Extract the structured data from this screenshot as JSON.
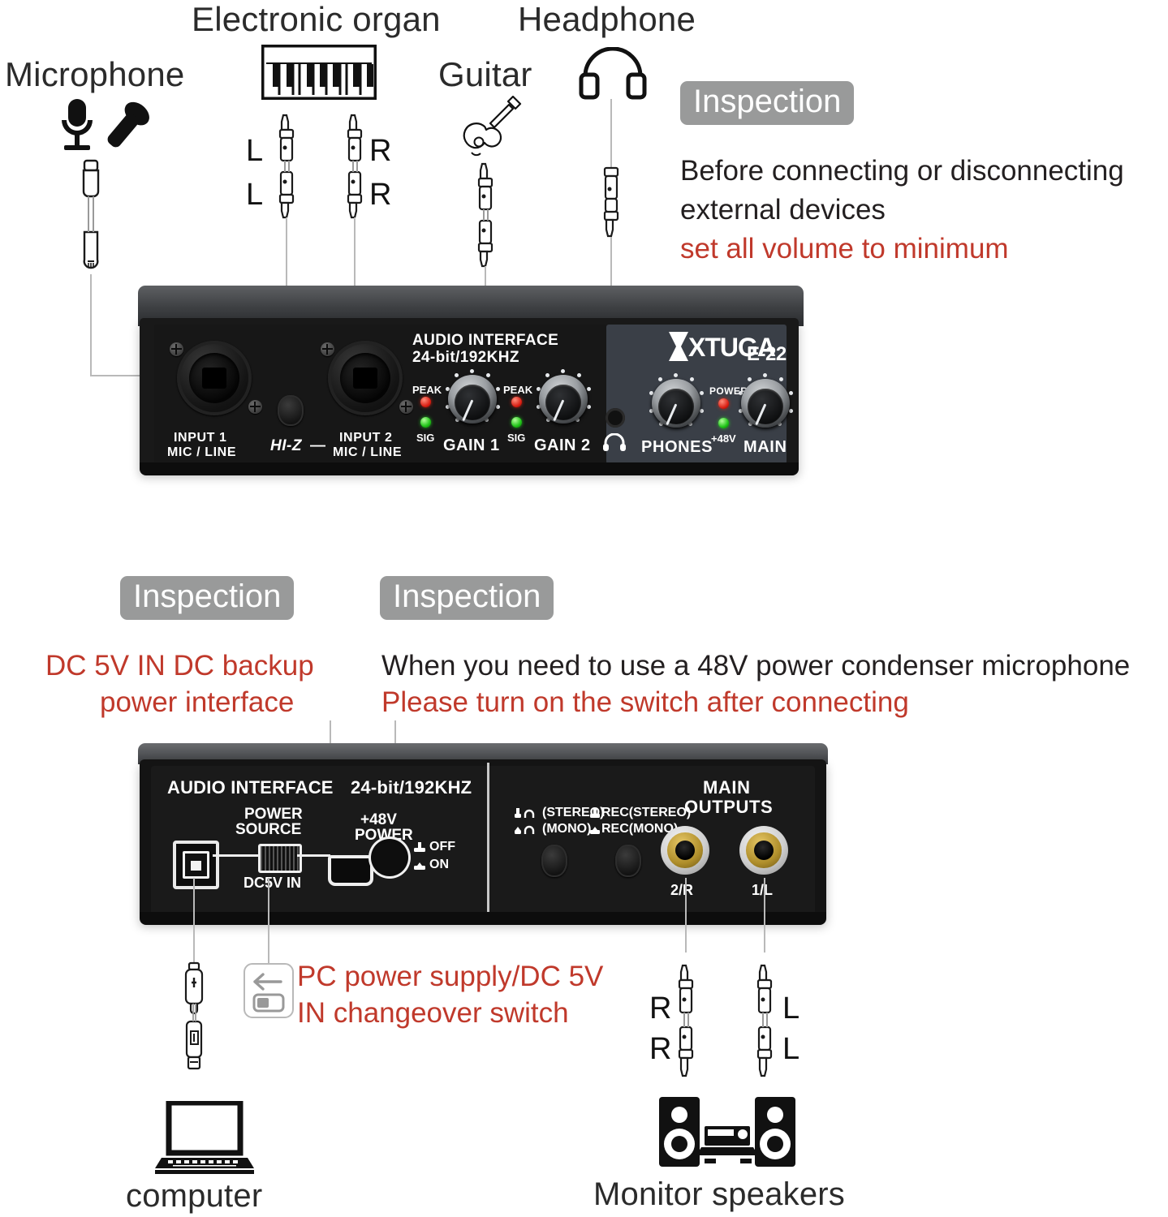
{
  "page": {
    "title": "XTUGA E-22 Audio Interface connection diagram"
  },
  "top_section": {
    "device_labels": [
      {
        "name": "microphone",
        "text": "Microphone"
      },
      {
        "name": "electronic-organ",
        "text": "Electronic organ"
      },
      {
        "name": "guitar",
        "text": "Guitar"
      },
      {
        "name": "headphone",
        "text": "Headphone"
      }
    ],
    "cable_channel_labels": {
      "organ_left_top": "L",
      "organ_left_bottom": "L",
      "organ_right_top": "R",
      "organ_right_bottom": "R"
    },
    "inspection": {
      "badge": "Inspection",
      "line1": "Before connecting or disconnecting",
      "line2": "external devices",
      "line3_red": "set all volume to minimum"
    }
  },
  "front_panel": {
    "brand": "XTUGA",
    "model": "E-22",
    "title_line1": "AUDIO INTERFACE",
    "title_line2": "24-bit/192KHZ",
    "input1_line1": "INPUT 1",
    "input1_line2": "MIC / LINE",
    "hi_z": "HI-Z",
    "hi_z_dash": "—",
    "input2_line1": "INPUT 2",
    "input2_line2": "MIC / LINE",
    "peak1": "PEAK",
    "sig1": "SIG",
    "gain1": "GAIN 1",
    "peak2": "PEAK",
    "sig2": "SIG",
    "gain2": "GAIN 2",
    "phones": "PHONES",
    "power": "POWER",
    "phantom": "+48V",
    "main": "MAIN"
  },
  "middle_section": {
    "inspection_left": {
      "badge": "Inspection",
      "line1_red": "DC 5V IN DC backup",
      "line2_red": "power interface"
    },
    "inspection_right": {
      "badge": "Inspection",
      "line1": "When you need to use a 48V power condenser microphone",
      "line2_red": "Please turn on the switch after connecting"
    }
  },
  "rear_panel": {
    "title_line1": "AUDIO INTERFACE",
    "title_line2": "24-bit/192KHZ",
    "power_source_line1": "POWER",
    "power_source_line2": "SOURCE",
    "dc5v_in": "DC5V IN",
    "phantom_line1": "+48V",
    "phantom_line2": "POWER",
    "switch_off": "OFF",
    "switch_on": "ON",
    "mode_stereo": "(STEREO)",
    "mode_mono": "(MONO)",
    "rec_stereo": "REC(STEREO)",
    "rec_mono": "REC(MONO)",
    "main_outputs_line1": "MAIN",
    "main_outputs_line2": "OUTPUTS",
    "out_2r": "2/R",
    "out_1l": "1/L"
  },
  "bottom_section": {
    "computer_label": "computer",
    "monitor_speakers_label": "Monitor speakers",
    "changeover_note": {
      "line1_red": "PC power supply/DC 5V",
      "line2_red": "IN changeover switch"
    },
    "output_channel_labels": {
      "right_top": "R",
      "right_bottom": "R",
      "left_top": "L",
      "left_bottom": "L"
    }
  },
  "colors": {
    "red_accent": "#c0392b",
    "badge_grey": "#999a9a",
    "lead_grey": "#b9b9b9",
    "body_text": "#2b2b2b"
  }
}
